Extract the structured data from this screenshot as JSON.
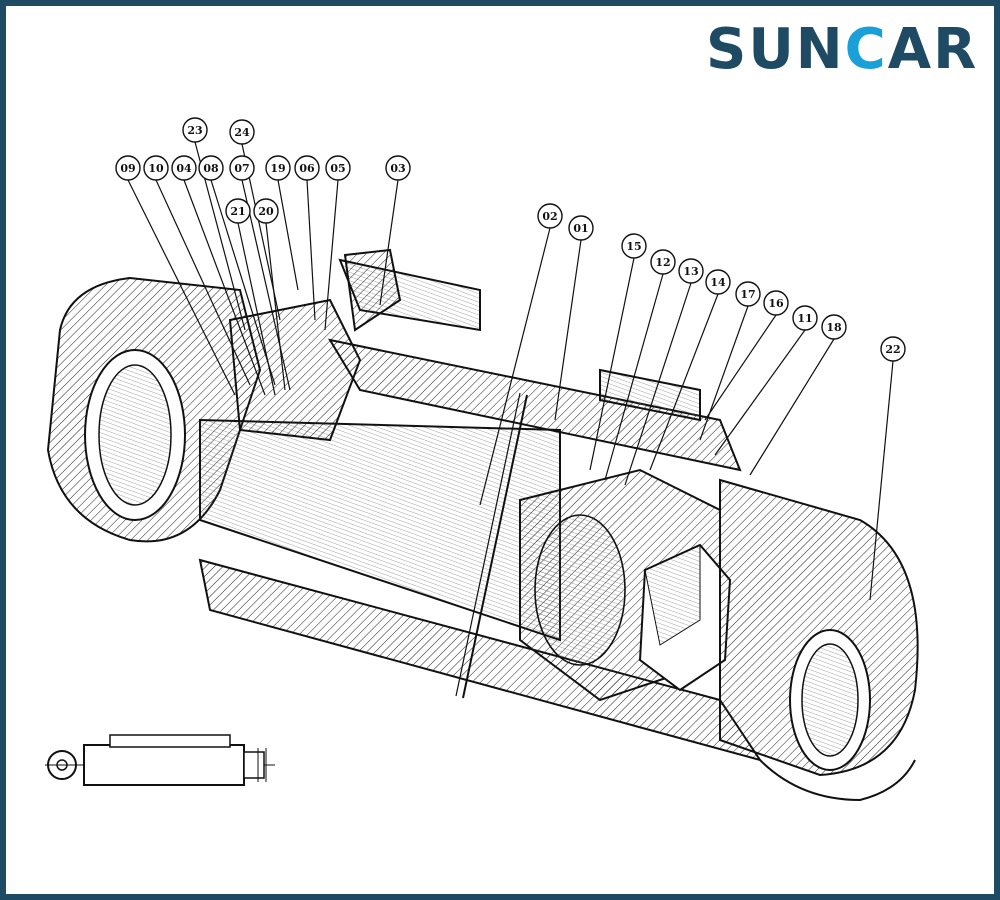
{
  "brand": {
    "part1": "SUN",
    "part2": "C",
    "part3": "AR",
    "color_dark": "#1e4b63",
    "color_accent": "#1aa0d8"
  },
  "frame_color": "#1e4b63",
  "callouts": [
    {
      "label": "23"
    },
    {
      "label": "24"
    },
    {
      "label": "09"
    },
    {
      "label": "10"
    },
    {
      "label": "04"
    },
    {
      "label": "08"
    },
    {
      "label": "07"
    },
    {
      "label": "19"
    },
    {
      "label": "06"
    },
    {
      "label": "05"
    },
    {
      "label": "03"
    },
    {
      "label": "21"
    },
    {
      "label": "20"
    },
    {
      "label": "02"
    },
    {
      "label": "01"
    },
    {
      "label": "15"
    },
    {
      "label": "12"
    },
    {
      "label": "13"
    },
    {
      "label": "14"
    },
    {
      "label": "17"
    },
    {
      "label": "16"
    },
    {
      "label": "11"
    },
    {
      "label": "18"
    },
    {
      "label": "22"
    }
  ]
}
